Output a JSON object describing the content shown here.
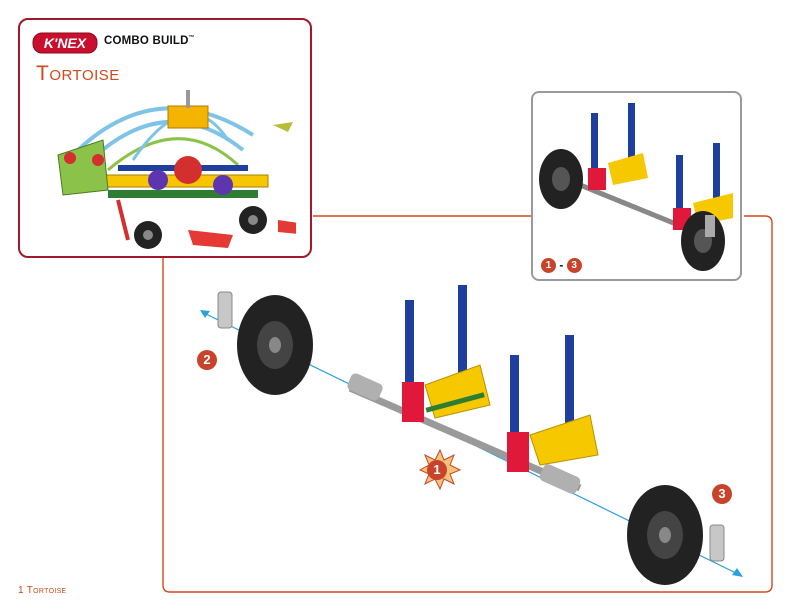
{
  "header": {
    "logo_text": "K'NEX",
    "series": "COMBO BUILD",
    "trademark": "™",
    "model_title": "Tortoise"
  },
  "preview": {
    "range_start": "1",
    "range_sep": "-",
    "range_end": "3"
  },
  "steps": [
    {
      "number": "1"
    },
    {
      "number": "2"
    },
    {
      "number": "3"
    }
  ],
  "footer": {
    "page_label": "1 Tortoise"
  },
  "colors": {
    "title_border": "#a3182a",
    "accent": "#cf4a1c",
    "badge": "#c8432a"
  }
}
